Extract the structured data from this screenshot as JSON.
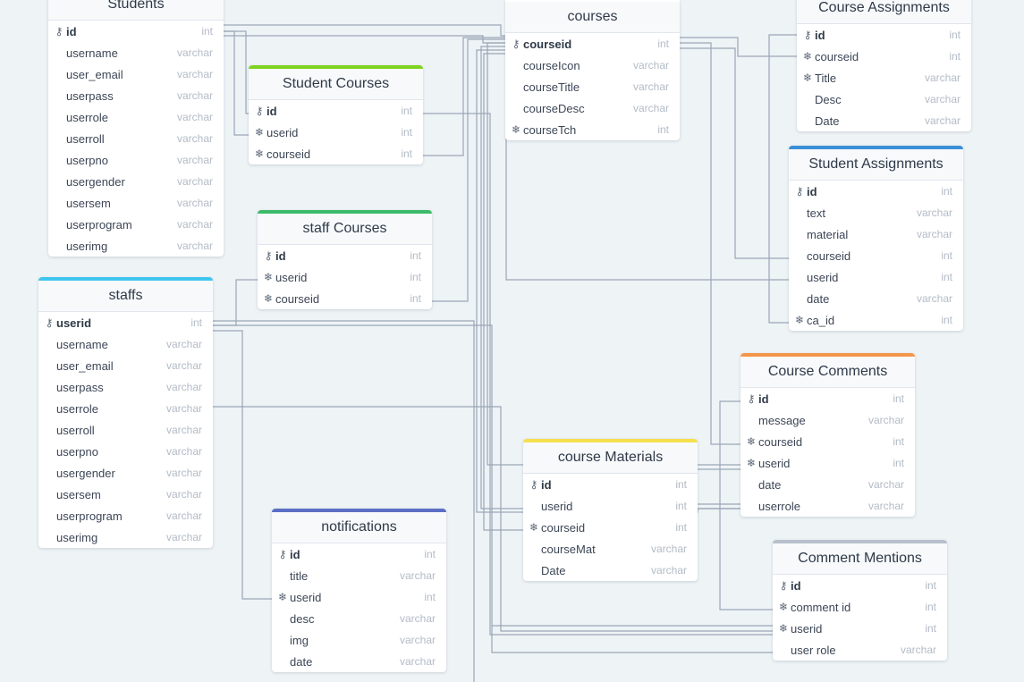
{
  "colors": {
    "background": "#eef3f6",
    "connector": "#9aa6b7",
    "accent_lime": "#7ed321",
    "accent_green": "#3dbb6b",
    "accent_cyan": "#3fc6ee",
    "accent_blue": "#3a8fd8",
    "accent_orange": "#f5964a",
    "accent_yellow": "#f4e04d",
    "accent_indigo": "#5a6fc4",
    "accent_gray": "#b8c0cc"
  },
  "tables": [
    {
      "key": "students",
      "title": "Students",
      "accent": "",
      "fields": [
        {
          "name": "id",
          "type": "int",
          "icon": "key-icon",
          "pk": true
        },
        {
          "name": "username",
          "type": "varchar",
          "icon": "",
          "pk": false
        },
        {
          "name": "user_email",
          "type": "varchar",
          "icon": "",
          "pk": false
        },
        {
          "name": "userpass",
          "type": "varchar",
          "icon": "",
          "pk": false
        },
        {
          "name": "userrole",
          "type": "varchar",
          "icon": "",
          "pk": false
        },
        {
          "name": "userroll",
          "type": "varchar",
          "icon": "",
          "pk": false
        },
        {
          "name": "userpno",
          "type": "varchar",
          "icon": "",
          "pk": false
        },
        {
          "name": "usergender",
          "type": "varchar",
          "icon": "",
          "pk": false
        },
        {
          "name": "usersem",
          "type": "varchar",
          "icon": "",
          "pk": false
        },
        {
          "name": "userprogram",
          "type": "varchar",
          "icon": "",
          "pk": false
        },
        {
          "name": "userimg",
          "type": "varchar",
          "icon": "",
          "pk": false
        }
      ]
    },
    {
      "key": "student_courses",
      "title": "Student Courses",
      "accent": "#7ed321",
      "fields": [
        {
          "name": "id",
          "type": "int",
          "icon": "key-icon",
          "pk": true
        },
        {
          "name": "userid",
          "type": "int",
          "icon": "foreign-key-icon",
          "pk": false
        },
        {
          "name": "courseid",
          "type": "int",
          "icon": "foreign-key-icon",
          "pk": false
        }
      ]
    },
    {
      "key": "staff_courses",
      "title": "staff Courses",
      "accent": "#3dbb6b",
      "fields": [
        {
          "name": "id",
          "type": "int",
          "icon": "key-icon",
          "pk": true
        },
        {
          "name": "userid",
          "type": "int",
          "icon": "foreign-key-icon",
          "pk": false
        },
        {
          "name": "courseid",
          "type": "int",
          "icon": "foreign-key-icon",
          "pk": false
        }
      ]
    },
    {
      "key": "staffs",
      "title": "staffs",
      "accent": "#3fc6ee",
      "fields": [
        {
          "name": "userid",
          "type": "int",
          "icon": "key-icon",
          "pk": true
        },
        {
          "name": "username",
          "type": "varchar",
          "icon": "",
          "pk": false
        },
        {
          "name": "user_email",
          "type": "varchar",
          "icon": "",
          "pk": false
        },
        {
          "name": "userpass",
          "type": "varchar",
          "icon": "",
          "pk": false
        },
        {
          "name": "userrole",
          "type": "varchar",
          "icon": "",
          "pk": false
        },
        {
          "name": "userroll",
          "type": "varchar",
          "icon": "",
          "pk": false
        },
        {
          "name": "userpno",
          "type": "varchar",
          "icon": "",
          "pk": false
        },
        {
          "name": "usergender",
          "type": "varchar",
          "icon": "",
          "pk": false
        },
        {
          "name": "usersem",
          "type": "varchar",
          "icon": "",
          "pk": false
        },
        {
          "name": "userprogram",
          "type": "varchar",
          "icon": "",
          "pk": false
        },
        {
          "name": "userimg",
          "type": "varchar",
          "icon": "",
          "pk": false
        }
      ]
    },
    {
      "key": "courses",
      "title": "courses",
      "accent": "",
      "fields": [
        {
          "name": "courseid",
          "type": "int",
          "icon": "key-icon",
          "pk": true
        },
        {
          "name": "courseIcon",
          "type": "varchar",
          "icon": "",
          "pk": false
        },
        {
          "name": "courseTitle",
          "type": "varchar",
          "icon": "",
          "pk": false
        },
        {
          "name": "courseDesc",
          "type": "varchar",
          "icon": "",
          "pk": false
        },
        {
          "name": "courseTch",
          "type": "int",
          "icon": "foreign-key-icon",
          "pk": false
        }
      ]
    },
    {
      "key": "course_assignments",
      "title": "Course Assignments",
      "accent": "",
      "fields": [
        {
          "name": "id",
          "type": "int",
          "icon": "key-icon",
          "pk": true
        },
        {
          "name": "courseid",
          "type": "int",
          "icon": "foreign-key-icon",
          "pk": false
        },
        {
          "name": "Title",
          "type": "varchar",
          "icon": "foreign-key-icon",
          "pk": false
        },
        {
          "name": "Desc",
          "type": "varchar",
          "icon": "",
          "pk": false
        },
        {
          "name": "Date",
          "type": "varchar",
          "icon": "",
          "pk": false
        }
      ]
    },
    {
      "key": "student_assignments",
      "title": "Student Assignments",
      "accent": "#3a8fd8",
      "fields": [
        {
          "name": "id",
          "type": "int",
          "icon": "key-icon",
          "pk": true
        },
        {
          "name": "text",
          "type": "varchar",
          "icon": "",
          "pk": false
        },
        {
          "name": "material",
          "type": "varchar",
          "icon": "",
          "pk": false
        },
        {
          "name": "courseid",
          "type": "int",
          "icon": "",
          "pk": false
        },
        {
          "name": "userid",
          "type": "int",
          "icon": "",
          "pk": false
        },
        {
          "name": "date",
          "type": "varchar",
          "icon": "",
          "pk": false
        },
        {
          "name": "ca_id",
          "type": "int",
          "icon": "foreign-key-icon",
          "pk": false
        }
      ]
    },
    {
      "key": "course_comments",
      "title": "Course Comments",
      "accent": "#f5964a",
      "fields": [
        {
          "name": "id",
          "type": "int",
          "icon": "key-icon",
          "pk": true
        },
        {
          "name": "message",
          "type": "varchar",
          "icon": "",
          "pk": false
        },
        {
          "name": "courseid",
          "type": "int",
          "icon": "foreign-key-icon",
          "pk": false
        },
        {
          "name": "userid",
          "type": "int",
          "icon": "foreign-key-icon",
          "pk": false
        },
        {
          "name": "date",
          "type": "varchar",
          "icon": "",
          "pk": false
        },
        {
          "name": "userrole",
          "type": "varchar",
          "icon": "",
          "pk": false
        }
      ]
    },
    {
      "key": "course_materials",
      "title": "course Materials",
      "accent": "#f4e04d",
      "fields": [
        {
          "name": "id",
          "type": "int",
          "icon": "key-icon",
          "pk": true
        },
        {
          "name": "userid",
          "type": "int",
          "icon": "",
          "pk": false
        },
        {
          "name": "courseid",
          "type": "int",
          "icon": "foreign-key-icon",
          "pk": false
        },
        {
          "name": "courseMat",
          "type": "varchar",
          "icon": "",
          "pk": false
        },
        {
          "name": "Date",
          "type": "varchar",
          "icon": "",
          "pk": false
        }
      ]
    },
    {
      "key": "notifications",
      "title": "notifications",
      "accent": "#5a6fc4",
      "fields": [
        {
          "name": "id",
          "type": "int",
          "icon": "key-icon",
          "pk": true
        },
        {
          "name": "title",
          "type": "varchar",
          "icon": "",
          "pk": false
        },
        {
          "name": "userid",
          "type": "int",
          "icon": "foreign-key-icon",
          "pk": false
        },
        {
          "name": "desc",
          "type": "varchar",
          "icon": "",
          "pk": false
        },
        {
          "name": "img",
          "type": "varchar",
          "icon": "",
          "pk": false
        },
        {
          "name": "date",
          "type": "varchar",
          "icon": "",
          "pk": false
        }
      ]
    },
    {
      "key": "comment_mentions",
      "title": "Comment Mentions",
      "accent": "#b8c0cc",
      "fields": [
        {
          "name": "id",
          "type": "int",
          "icon": "key-icon",
          "pk": true
        },
        {
          "name": "comment id",
          "type": "int",
          "icon": "foreign-key-icon",
          "pk": false
        },
        {
          "name": "userid",
          "type": "int",
          "icon": "foreign-key-icon",
          "pk": false
        },
        {
          "name": "user role",
          "type": "varchar",
          "icon": "",
          "pk": false
        }
      ]
    }
  ]
}
